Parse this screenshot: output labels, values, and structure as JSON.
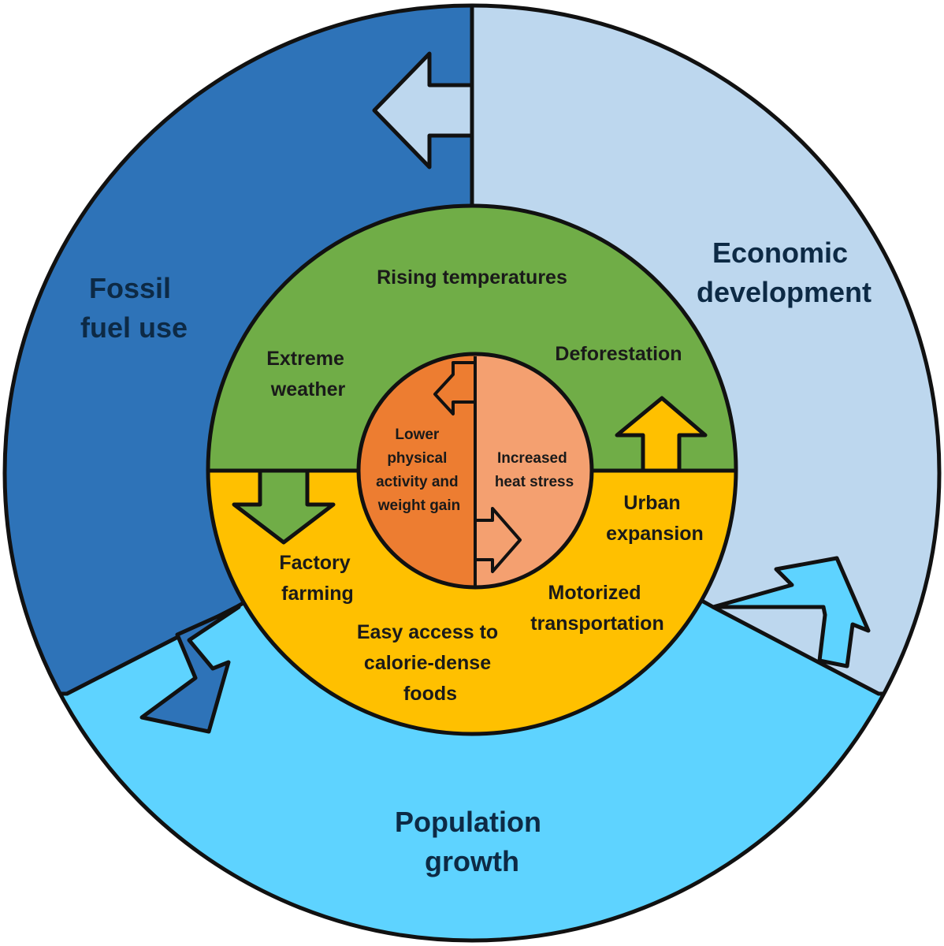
{
  "colors": {
    "fossil": "#2e73b8",
    "economic": "#bdd7ee",
    "population": "#5ed3ff",
    "environment": "#70ad47",
    "behaviour": "#ffc000",
    "core_left": "#ed7d31",
    "core_right": "#f4a070",
    "stroke": "#111111"
  },
  "outer": {
    "fossil": [
      "Fossil",
      "fuel use"
    ],
    "economic": [
      "Economic",
      "development"
    ],
    "population": [
      "Population",
      "growth"
    ]
  },
  "middle": {
    "rising": [
      "Rising temperatures"
    ],
    "extreme": [
      "Extreme",
      "weather"
    ],
    "deforestation": [
      "Deforestation"
    ],
    "urban": [
      "Urban",
      "expansion"
    ],
    "factory": [
      "Factory",
      "farming"
    ],
    "motorized": [
      "Motorized",
      "transportation"
    ],
    "easy": [
      "Easy access to",
      "calorie-dense",
      "foods"
    ]
  },
  "inner": {
    "lower": [
      "Lower",
      "physical",
      "activity and",
      "weight gain"
    ],
    "heat": [
      "Increased",
      "heat stress"
    ]
  }
}
